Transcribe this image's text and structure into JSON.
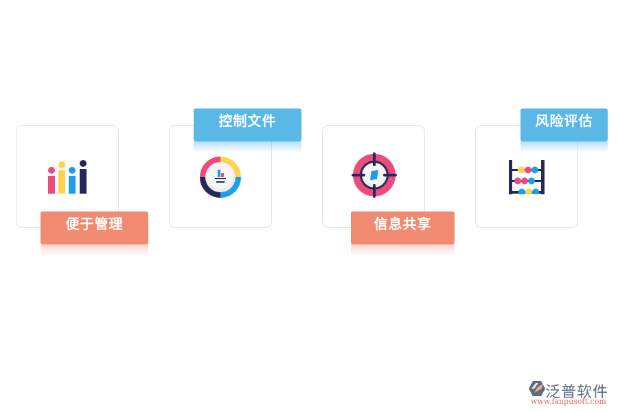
{
  "features": [
    {
      "label": "便于管理",
      "icon": "bar-chart-icon",
      "tag_color": "#f08a70",
      "tag_position": "bottom"
    },
    {
      "label": "控制文件",
      "icon": "gauge-ring-icon",
      "tag_color": "#5ab8e6",
      "tag_position": "top"
    },
    {
      "label": "信息共享",
      "icon": "crosshair-target-icon",
      "tag_color": "#f08a70",
      "tag_position": "bottom"
    },
    {
      "label": "风险评估",
      "icon": "abacus-icon",
      "tag_color": "#5ab8e6",
      "tag_position": "top"
    }
  ],
  "colors": {
    "pink": "#ee4a7b",
    "yellow": "#fdd44e",
    "blue": "#1a9ef0",
    "navy": "#23275a",
    "card_border": "#e2e2e2"
  },
  "watermark": {
    "brand": "泛普软件",
    "url": "www.fanpusoft.com"
  }
}
